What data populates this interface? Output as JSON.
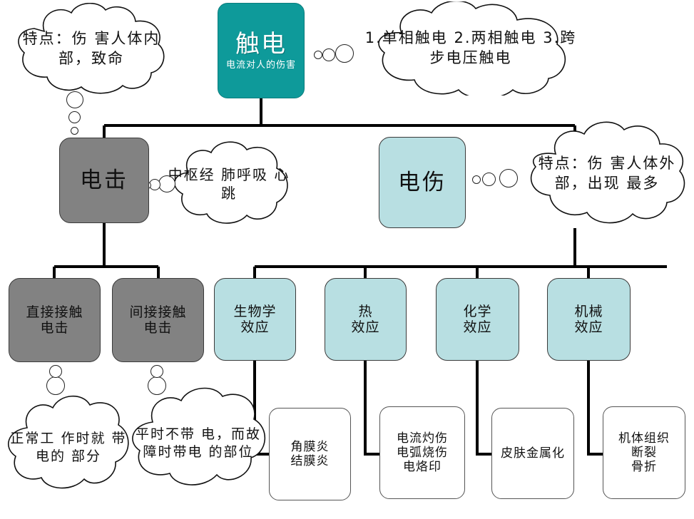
{
  "diagram": {
    "title": "触电",
    "root": {
      "title": "触电",
      "subtitle": "电流对人的伤害"
    },
    "colors": {
      "root_fill": "#0e9a9a",
      "electric_shock_fill": "#828282",
      "electric_injury_fill": "#b8dfe2",
      "leaf_fill": "#ffffff",
      "line": "#000000"
    },
    "level2": [
      {
        "label": "电击",
        "fill": "#828282"
      },
      {
        "label": "电伤",
        "fill": "#b8dfe2"
      }
    ],
    "level3": [
      {
        "label_lines": [
          "直接接触",
          "电击"
        ],
        "fill": "#828282"
      },
      {
        "label_lines": [
          "间接接触",
          "电击"
        ],
        "fill": "#828282"
      },
      {
        "label_lines": [
          "生物学",
          "效应"
        ],
        "fill": "#b8dfe2"
      },
      {
        "label_lines": [
          "热",
          "效应"
        ],
        "fill": "#b8dfe2"
      },
      {
        "label_lines": [
          "化学",
          "效应"
        ],
        "fill": "#b8dfe2"
      },
      {
        "label_lines": [
          "机械",
          "效应"
        ],
        "fill": "#b8dfe2"
      }
    ],
    "leaves": [
      {
        "label_lines": [
          "角膜炎",
          "结膜炎"
        ]
      },
      {
        "label_lines": [
          "电流灼伤",
          "电弧烧伤",
          "电烙印"
        ]
      },
      {
        "label_lines": [
          "皮肤金属化"
        ]
      },
      {
        "label_lines": [
          "机体组织",
          "断裂",
          "骨折"
        ]
      }
    ],
    "clouds": [
      {
        "id": "cloud-shock-feature",
        "lines": [
          "特点：伤",
          "害人体内",
          "部，致命"
        ]
      },
      {
        "id": "cloud-contact-types",
        "lines": [
          "1.单相触电",
          "2.两相触电",
          "3.跨步电压触电"
        ]
      },
      {
        "id": "cloud-shock-organs",
        "lines": [
          "中枢经",
          "肺呼吸",
          "心跳"
        ]
      },
      {
        "id": "cloud-injury-feature",
        "lines": [
          "特点：伤",
          "害人体外",
          "部，出现",
          "最多"
        ]
      },
      {
        "id": "cloud-direct-contact",
        "lines": [
          "正常工",
          "作时就",
          "带电的",
          "部分"
        ]
      },
      {
        "id": "cloud-indirect-contact",
        "lines": [
          "平时不带",
          "电，而故",
          "障时带电",
          "的部位"
        ]
      }
    ]
  }
}
